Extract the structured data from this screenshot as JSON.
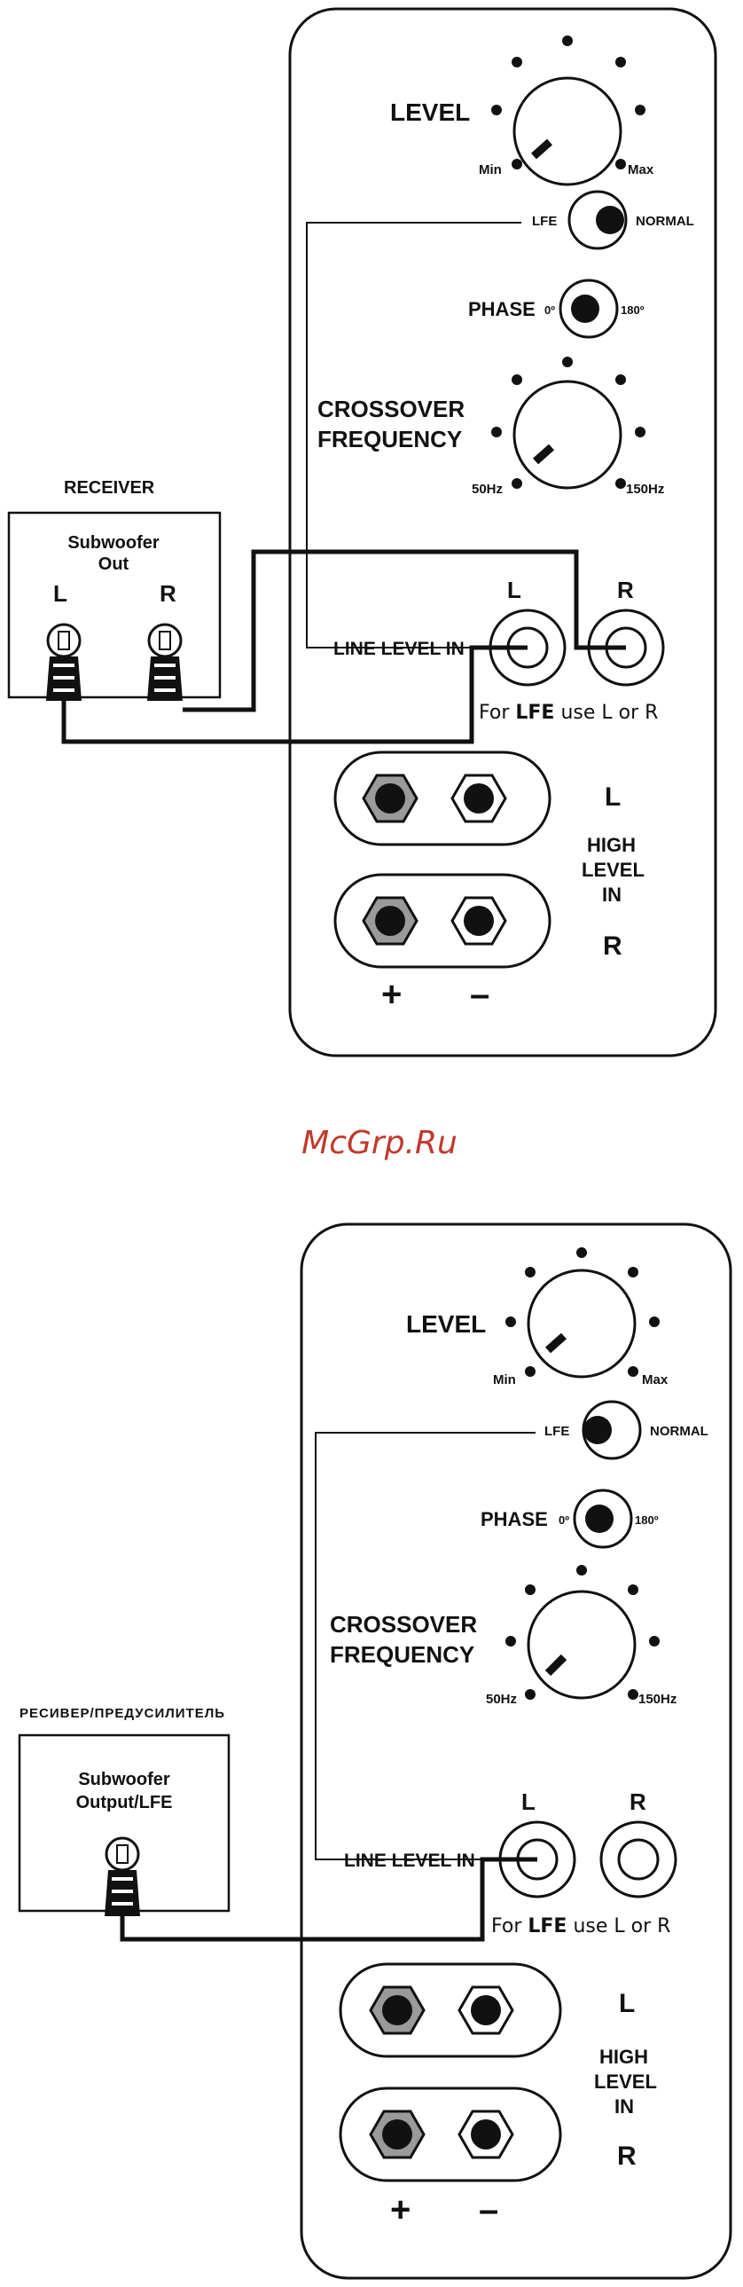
{
  "watermark": "McGrp.Ru",
  "colors": {
    "ink": "#111111",
    "panel_bg": "#ffffff",
    "gray": "#9a9a9a",
    "watermark": "#c0392b"
  },
  "panel_top": {
    "level": "LEVEL",
    "min": "Min",
    "max": "Max",
    "lfe": "LFE",
    "normal": "NORMAL",
    "phase": "PHASE",
    "phase_0": "0º",
    "phase_180": "180º",
    "crossover_1": "CROSSOVER",
    "crossover_2": "FREQUENCY",
    "hz_50": "50Hz",
    "hz_150": "150Hz",
    "line_l": "L",
    "line_r": "R",
    "line_level_in": "LINE LEVEL IN",
    "lfe_note_pre": "For ",
    "lfe_note_bold": "LFE",
    "lfe_note_post": " use L or R",
    "high_l": "L",
    "high_1": "HIGH",
    "high_2": "LEVEL",
    "high_3": "IN",
    "high_r": "R",
    "plus": "+",
    "minus": "–"
  },
  "receiver_top": {
    "title": "RECEIVER",
    "line1": "Subwoofer",
    "line2": "Out",
    "jack_l": "L",
    "jack_r": "R"
  },
  "panel_bottom": {
    "level": "LEVEL",
    "min": "Min",
    "max": "Max",
    "lfe": "LFE",
    "normal": "NORMAL",
    "phase": "PHASE",
    "phase_0": "0º",
    "phase_180": "180º",
    "crossover_1": "CROSSOVER",
    "crossover_2": "FREQUENCY",
    "hz_50": "50Hz",
    "hz_150": "150Hz",
    "line_l": "L",
    "line_r": "R",
    "line_level_in": "LINE LEVEL IN",
    "lfe_note_pre": "For ",
    "lfe_note_bold": "LFE",
    "lfe_note_post": " use L or R",
    "high_l": "L",
    "high_1": "HIGH",
    "high_2": "LEVEL",
    "high_3": "IN",
    "high_r": "R",
    "plus": "+",
    "minus": "–"
  },
  "receiver_bottom": {
    "title": "РЕСИВЕР/ПРЕДУСИЛИТЕЛЬ",
    "line1": "Subwoofer",
    "line2": "Output/LFE"
  }
}
